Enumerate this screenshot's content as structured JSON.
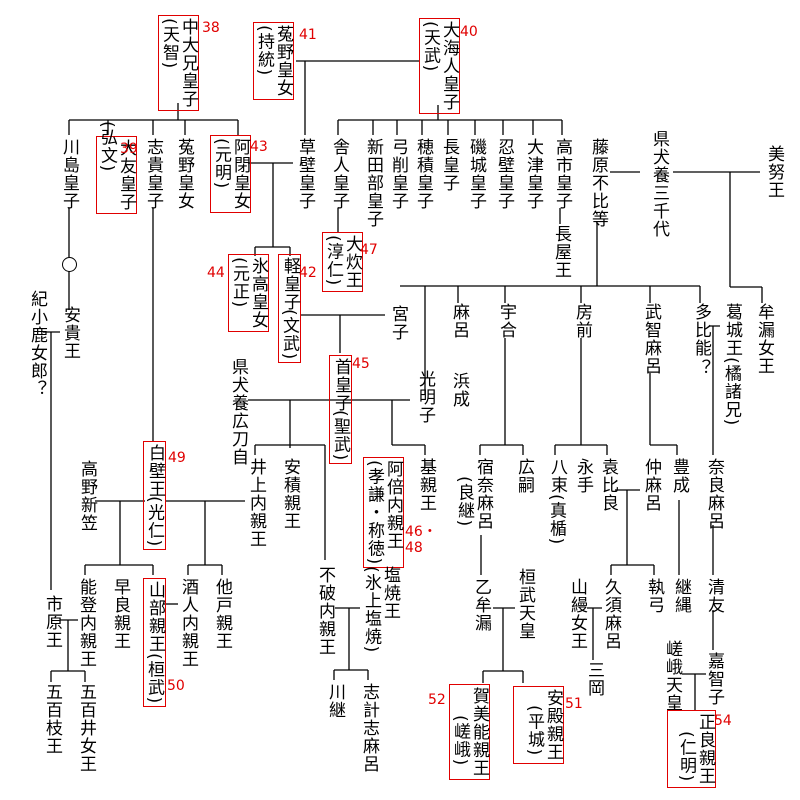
{
  "title": "天智・天武系 皇統系図",
  "accent_color": "#e00000",
  "nodes": {
    "tenji": {
      "name": "中大兄皇子",
      "alt": "(天智)",
      "order": "38"
    },
    "jito": {
      "name": "菟野皇女",
      "alt": "(持統)",
      "order": "41"
    },
    "tenmu": {
      "name": "大海人皇子",
      "alt": "(天武)",
      "order": "40"
    },
    "kawashima": {
      "name": "川島皇子"
    },
    "kobun": {
      "name": "大友皇子",
      "alt": "(弘文)",
      "order": "39"
    },
    "shiki": {
      "name": "志貴皇子"
    },
    "unohime2": {
      "name": "菟野皇女"
    },
    "genmei": {
      "name": "阿閉皇女",
      "alt": "(元明)",
      "order": "43"
    },
    "kusakabe": {
      "name": "草壁皇子"
    },
    "toneri": {
      "name": "舎人皇子"
    },
    "niitabe": {
      "name": "新田部皇子"
    },
    "yuge": {
      "name": "弓削皇子"
    },
    "hozumi": {
      "name": "穂積皇子"
    },
    "naga": {
      "name": "長皇子"
    },
    "shiki2": {
      "name": "磯城皇子"
    },
    "osakabe": {
      "name": "忍壁皇子"
    },
    "otsu": {
      "name": "大津皇子"
    },
    "takechi": {
      "name": "高市皇子"
    },
    "fuhito": {
      "name": "藤原不比等"
    },
    "michiyo": {
      "name": "県犬養三千代"
    },
    "minu": {
      "name": "美努王"
    },
    "nagaya": {
      "name": "長屋王"
    },
    "junnin": {
      "name": "大炊王",
      "alt": "(淳仁)",
      "order": "47"
    },
    "gensho": {
      "name": "氷高皇女",
      "alt": "(元正)",
      "order": "44"
    },
    "monmu": {
      "name": "軽皇子",
      "alt": "(文武)",
      "order": "42"
    },
    "miyako": {
      "name": "宮子"
    },
    "komyo": {
      "name": "光明子"
    },
    "maro": {
      "name": "麻呂"
    },
    "hamanari": {
      "name": "浜成"
    },
    "umakai": {
      "name": "宇合"
    },
    "fusasaki": {
      "name": "房前"
    },
    "muchimaro": {
      "name": "武智麻呂"
    },
    "tahino": {
      "name": "多比能",
      "note": "？"
    },
    "katsuragi": {
      "name": "葛城王",
      "alt": "(橘諸兄)"
    },
    "muro": {
      "name": "牟漏女王"
    },
    "shomu": {
      "name": "首皇子",
      "alt": "(聖武)",
      "order": "45"
    },
    "hirotoji": {
      "name": "県犬養広刀自"
    },
    "koken": {
      "name": "阿倍内親王",
      "alt": "(孝謙・称徳)",
      "order": "46・48"
    },
    "motoi": {
      "name": "基親王"
    },
    "inoue": {
      "name": "井上内親王"
    },
    "asaka": {
      "name": "安積親王"
    },
    "fuwa": {
      "name": "不破内親王"
    },
    "shioyaki": {
      "name": "塩焼王",
      "alt": "(氷上塩焼)"
    },
    "kawatsugu": {
      "name": "川継"
    },
    "shikeshimaro": {
      "name": "志計志麻呂"
    },
    "konin": {
      "name": "白壁王",
      "alt": "(光仁)",
      "order": "49"
    },
    "takano": {
      "name": "高野新笠"
    },
    "kimi": {
      "name": "紀小鹿女郎",
      "note": "？"
    },
    "aki": {
      "name": "安貴王"
    },
    "ichihara": {
      "name": "市原王"
    },
    "noto": {
      "name": "能登内親王"
    },
    "sawara": {
      "name": "早良親王"
    },
    "kanmu": {
      "name": "山部親王",
      "alt": "(桓武)",
      "order": "50"
    },
    "sakahito": {
      "name": "酒人内親王"
    },
    "osabe": {
      "name": "他戸親王"
    },
    "ioe": {
      "name": "五百枝王"
    },
    "ioi": {
      "name": "五百井女王"
    },
    "yoshitsugu": {
      "name": "宿奈麻呂",
      "alt": "(良継)"
    },
    "hirotsugu": {
      "name": "広嗣"
    },
    "yatsuka": {
      "name": "八束",
      "alt": "(真楯)"
    },
    "nagate": {
      "name": "永手"
    },
    "ohira": {
      "name": "袁比良"
    },
    "nakamaro": {
      "name": "仲麻呂"
    },
    "toyonari": {
      "name": "豊成"
    },
    "naramaro": {
      "name": "奈良麻呂"
    },
    "tsugutada": {
      "name": "継縄"
    },
    "kiyotomo": {
      "name": "清友"
    },
    "otomuro": {
      "name": "乙牟漏"
    },
    "kanmu2": {
      "name": "桓武天皇"
    },
    "yamanoue": {
      "name": "山縵女王"
    },
    "kusumaro": {
      "name": "久須麻呂"
    },
    "tsuruyumi": {
      "name": "執弓"
    },
    "mioka": {
      "name": "三岡"
    },
    "saga2": {
      "name": "嵯峨天皇"
    },
    "kachiko": {
      "name": "嘉智子"
    },
    "saga": {
      "name": "賀美能親王",
      "alt": "(嵯峨)",
      "order": "52"
    },
    "heizei": {
      "name": "安殿親王",
      "alt": "(平城)",
      "order": "51"
    },
    "ninmyo": {
      "name": "正良親王",
      "alt": "(仁明)",
      "order": "54"
    }
  }
}
